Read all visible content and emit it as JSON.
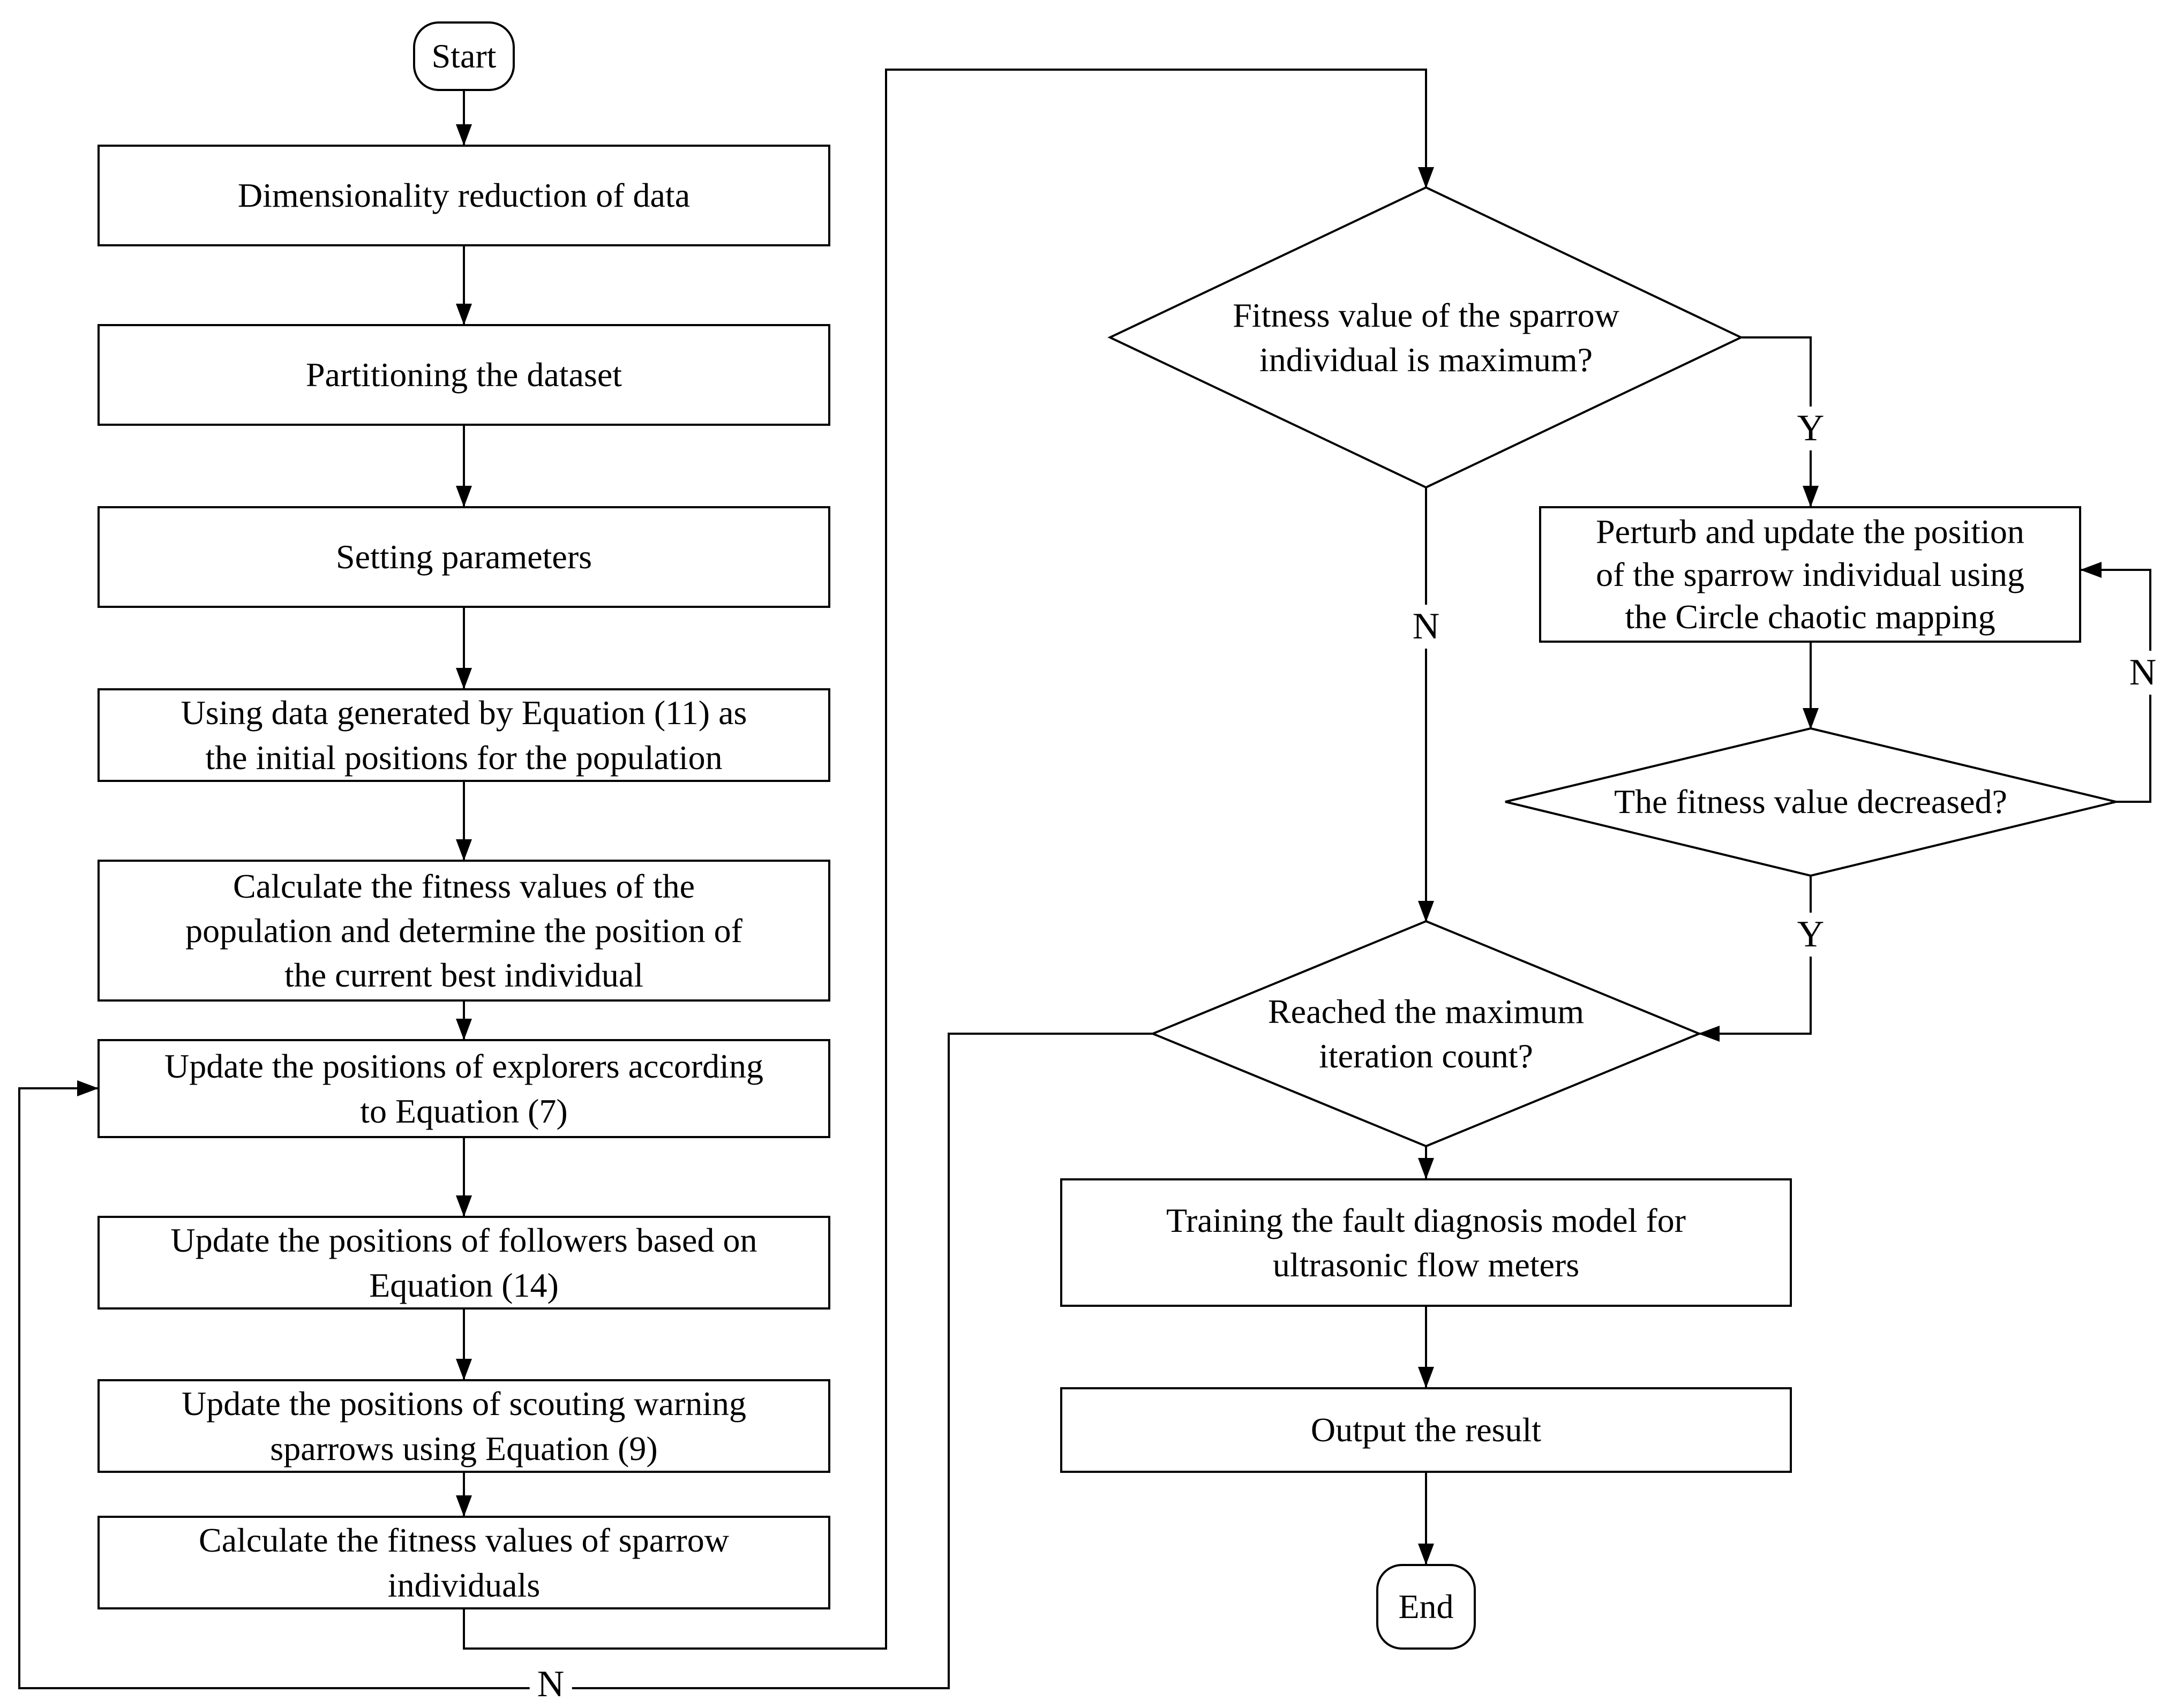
{
  "figure": {
    "background_color": "#ffffff",
    "line_color": "#000000",
    "nodes": {
      "start": {
        "type": "terminal",
        "label": "Start"
      },
      "dim_reduction": {
        "type": "process",
        "label": "Dimensionality reduction of data"
      },
      "partition_dataset": {
        "type": "process",
        "label": "Partitioning the dataset"
      },
      "setting_parameters": {
        "type": "process",
        "label": "Setting parameters"
      },
      "init_positions": {
        "type": "process",
        "label": "Using data generated by Equation (11) as\nthe initial positions for the population"
      },
      "calc_fitness_population": {
        "type": "process",
        "label": "Calculate the fitness values of the\npopulation and determine the position of\nthe current best individual"
      },
      "update_explorers": {
        "type": "process",
        "label": "Update the positions of explorers according\nto Equation (7)"
      },
      "update_followers": {
        "type": "process",
        "label": "Update the positions of followers based on\nEquation (14)"
      },
      "update_scouts": {
        "type": "process",
        "label": "Update the positions of scouting warning\nsparrows using Equation (9)"
      },
      "calc_fitness_individuals": {
        "type": "process",
        "label": "Calculate the fitness values of sparrow\nindividuals"
      },
      "fitness_max": {
        "type": "decision",
        "label": "Fitness value of the sparrow\nindividual is maximum?"
      },
      "perturb_update": {
        "type": "process",
        "label": "Perturb and update the position\nof the sparrow individual using\nthe Circle chaotic mapping"
      },
      "fitness_decreased": {
        "type": "decision",
        "label": "The fitness value decreased?"
      },
      "max_iteration": {
        "type": "decision",
        "label": "Reached the maximum\niteration count?"
      },
      "train_model": {
        "type": "process",
        "label": "Training the fault diagnosis model for\nultrasonic flow meters"
      },
      "output_result": {
        "type": "process",
        "label": "Output the result"
      },
      "end": {
        "type": "terminal",
        "label": "End"
      }
    },
    "edge_labels": {
      "fitness_max_yes": "Y",
      "fitness_max_no": "N",
      "fitness_decreased_yes": "Y",
      "fitness_decreased_no": "N",
      "max_iteration_no": "N"
    }
  }
}
